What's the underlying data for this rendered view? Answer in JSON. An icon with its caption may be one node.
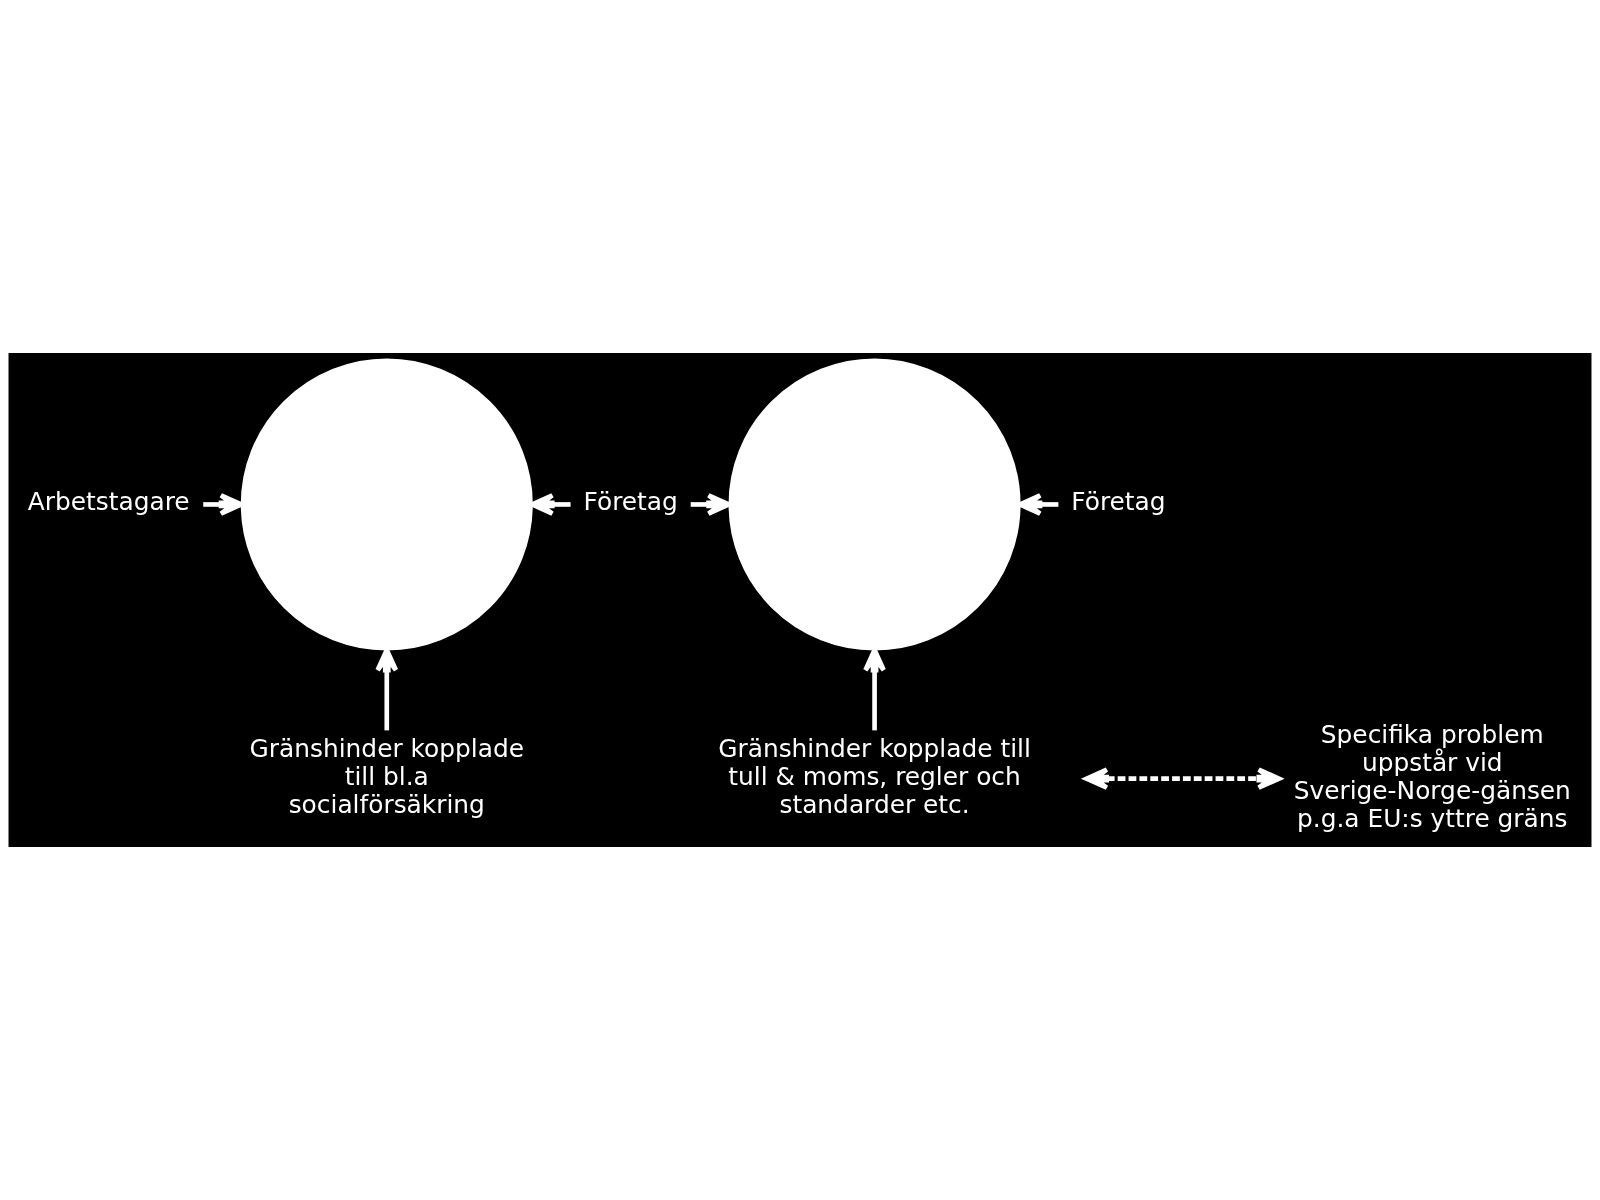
{
  "diagram": {
    "nodes": [
      {
        "text": [],
        "shape": "circle"
      },
      {
        "text": [],
        "shape": "circle"
      },
      {
        "text": [
          "Arbetstagare"
        ]
      },
      {
        "text": [
          "Företag"
        ]
      },
      {
        "text": [
          "Företag"
        ]
      },
      {
        "text": [
          "Gränshinder kopplade till bl.a socialförsäkring"
        ]
      },
      {
        "text": [
          "Gränshinder kopplade till tull & moms, regler och standarder etc."
        ]
      },
      {
        "text": [
          "Specifika problem uppstår vid Sverige-Norge-gänsen p.g.a EU:s yttre gräns"
        ]
      }
    ],
    "edges": [
      {
        "from": 2,
        "to": 0,
        "arrow": "to"
      },
      {
        "from": 3,
        "to": 0,
        "arrow": "to"
      },
      {
        "from": 3,
        "to": 1,
        "arrow": "to"
      },
      {
        "from": 4,
        "to": 1,
        "arrow": "to"
      },
      {
        "from": 5,
        "to": 0,
        "arrow": "to"
      },
      {
        "from": 6,
        "to": 1,
        "arrow": "to"
      },
      {
        "from": null,
        "to": 7,
        "arrow": "both",
        "style": "dashed"
      }
    ]
  }
}
